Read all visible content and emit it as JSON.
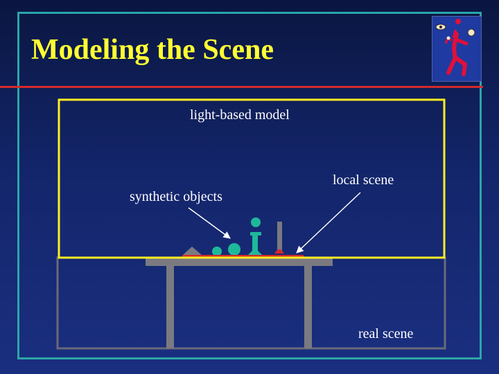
{
  "slide": {
    "title": "Modeling the Scene"
  },
  "diagram": {
    "labels": {
      "light_based_model": "light-based model",
      "local_scene": "local scene",
      "synthetic_objects": "synthetic objects",
      "real_scene": "real scene"
    },
    "colors": {
      "title": "#ffff33",
      "light_model_box": "#ffee22",
      "real_scene_box": "#6a6a78",
      "table": "#7a7a80",
      "synthetic_objects": "#1fb89a",
      "local_scene": "#d42a2a",
      "arrows": "#ffffff",
      "slide_border": "#2aa6a8",
      "title_rule": "#d42a2a"
    },
    "icons": [
      "juggler-logo-icon",
      "eye-icon",
      "ball-icon"
    ]
  }
}
